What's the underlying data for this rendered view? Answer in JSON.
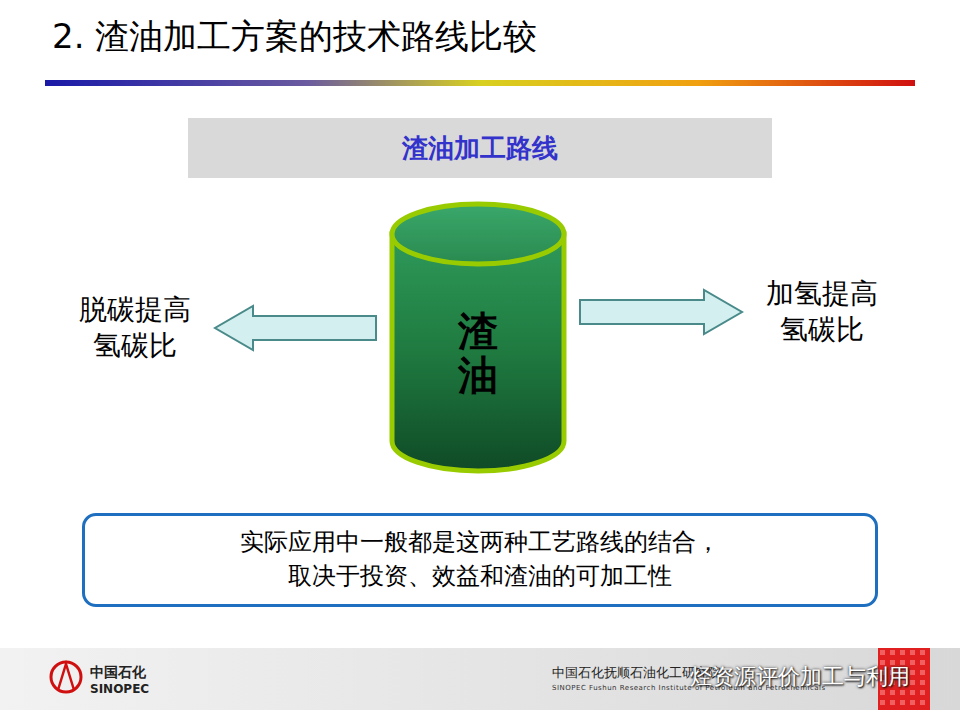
{
  "diagram": {
    "title": "2. 渣油加工方案的技术路线比较",
    "nodes": [
      {
        "text": [
          "渣油加工路线"
        ]
      },
      {
        "text": [
          "渣油"
        ]
      },
      {
        "text": [
          "脱碳提高氢碳比"
        ]
      },
      {
        "text": [
          "加氢提高氢碳比"
        ]
      },
      {
        "text": [
          "实际应用中一般都是这两种工艺路线的结合， 取决于投资、效益和渣油的可加工性"
        ]
      }
    ],
    "edges": [
      {
        "from": 1,
        "to": 2,
        "arrow": "to"
      },
      {
        "from": 1,
        "to": 3,
        "arrow": "to"
      }
    ],
    "labels": [
      "中国石化",
      "SINOPEC",
      "中国石化抚顺石油化工研究院",
      "SINOPEC Fushun Research Institute of Petroleum and Petrochemicals",
      "烃资源评价加工与利用"
    ]
  }
}
